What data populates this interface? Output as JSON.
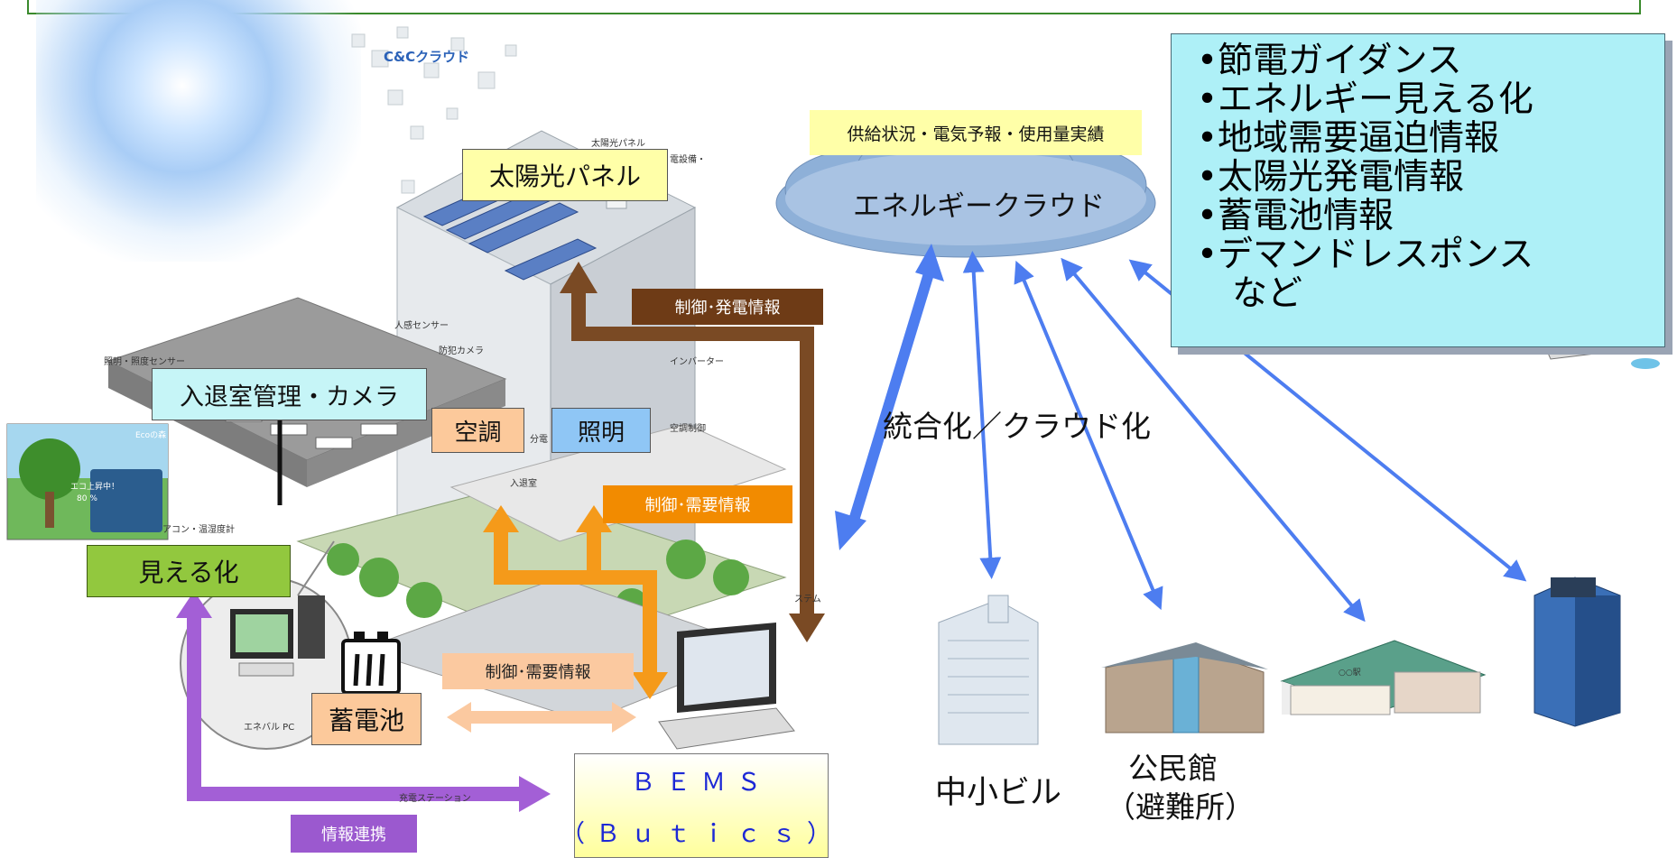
{
  "cloud_label": "C&Cクラウド",
  "building_labels": {
    "solar_panel_tag": "太陽光パネル",
    "power_equipment": "電設備・",
    "human_sensor": "人感センサー",
    "security_camera": "防犯カメラ",
    "lighting_sensor": "照明・照度センサー",
    "inverter": "インバーター",
    "distribution_board": "分電",
    "aircon_control": "空調制御",
    "entry_room": "入退室",
    "aircon_meter": "アコン・温湿度計",
    "system": "ステム",
    "enerbal_pc": "エネバル PC",
    "charging_station": "充電ステーション",
    "ecoscreen_title": "Ecoの森",
    "ecoscreen_caption": "エコ上昇中！",
    "ecoscreen_percent": "80 %"
  },
  "labels": {
    "solar_panel": "太陽光パネル",
    "entry_camera": "入退室管理・カメラ",
    "aircon": "空調",
    "lighting": "照明",
    "visualization": "見える化",
    "battery": "蓄電池",
    "bems_line1": "ＢＥＭＳ",
    "bems_line2": "（Ｂｕｔｉｃｓ）"
  },
  "flow_tags": {
    "control_generation": "制御･発電情報",
    "control_demand_orange": "制御･需要情報",
    "control_demand_peach": "制御･需要情報",
    "info_link": "情報連携"
  },
  "energy_cloud": {
    "supply_note": "供給状況・電気予報・使用量実績",
    "name": "エネルギークラウド"
  },
  "integration_label": "統合化／クラウド化",
  "services": [
    "•節電ガイダンス",
    "•エネルギー見える化",
    "•地域需要逼迫情報",
    "•太陽光発電情報",
    "•蓄電池情報",
    "•デマンドレスポンス",
    "　など"
  ],
  "sites": {
    "small_building": "中小ビル",
    "community_hall_line1": "公民館",
    "community_hall_line2": "（避難所）",
    "station_sign": "○○駅"
  },
  "colors": {
    "brown_arrow": "#7a4a24",
    "orange_arrow": "#f59a1a",
    "purple_arrow": "#a35fd6",
    "blue_arrow": "#4d7df0",
    "peach_arrow": "#fbc9a0"
  }
}
